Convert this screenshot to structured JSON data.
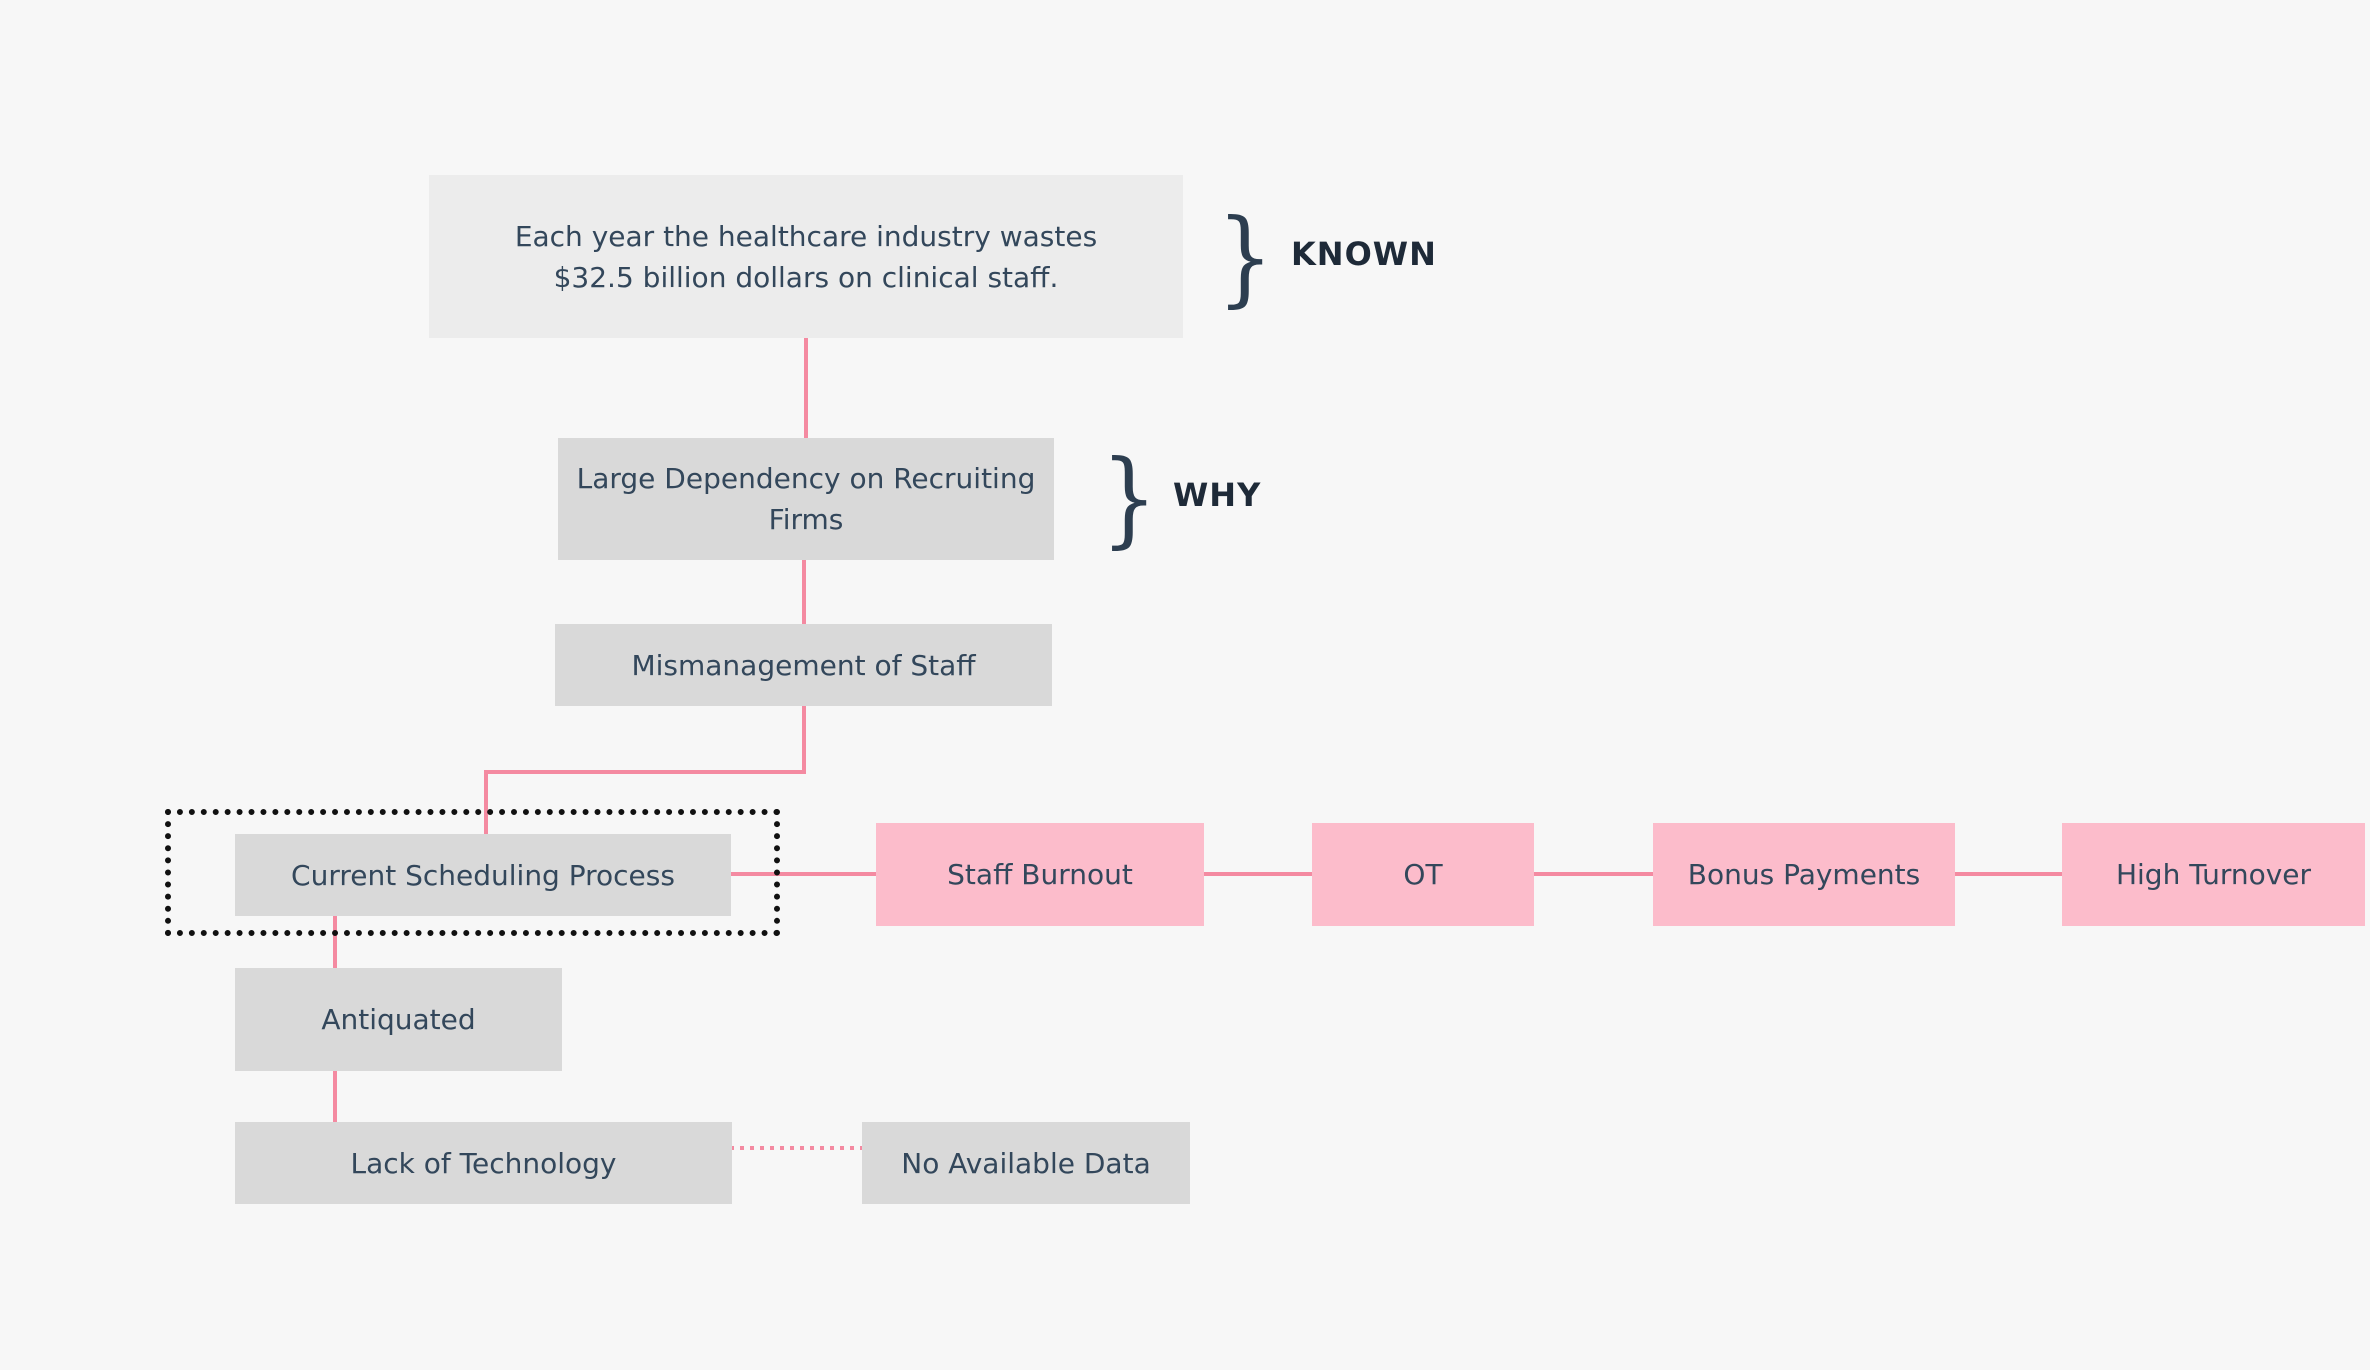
{
  "nodes": {
    "root": {
      "line1": "Each year the healthcare industry wastes",
      "line2": "$32.5 billion dollars on clinical staff."
    },
    "dependency": {
      "line1": "Large Dependency on Recruiting",
      "line2": "Firms"
    },
    "mismanagement": "Mismanagement of Staff",
    "scheduling": "Current Scheduling Process",
    "antiquated": "Antiquated",
    "lack_tech": "Lack of Technology",
    "no_data": "No Available Data",
    "burnout": "Staff Burnout",
    "ot": "OT",
    "bonus": "Bonus Payments",
    "turnover": "High Turnover"
  },
  "annotations": {
    "known": "KNOWN",
    "why": "WHY",
    "brace_glyph": "}"
  },
  "colors": {
    "connector": "#f48aa1",
    "pink_box": "#fcbccb",
    "gray_box": "#d9d9d9",
    "light_box": "#ececec",
    "text": "#33475b",
    "background": "#f7f7f7"
  }
}
